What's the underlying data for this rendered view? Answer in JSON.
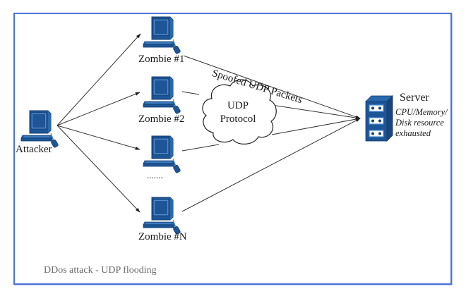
{
  "diagram": {
    "title": "DDos attack - UDP flooding",
    "colors": {
      "frame": "#4b74d8",
      "icon_fill": "#1d5596",
      "icon_dark": "#123d70",
      "icon_light": "#4f8cd0",
      "line": "#333333",
      "caption": "#6b6b6b"
    },
    "nodes": {
      "attacker": {
        "label": "Attacker",
        "icon": "computer-icon"
      },
      "zombies": [
        {
          "label": "Zombie #1",
          "icon": "computer-icon"
        },
        {
          "label": "Zombie #2",
          "icon": "computer-icon"
        },
        {
          "label": ".......",
          "icon": "computer-icon"
        },
        {
          "label": "Zombie #N",
          "icon": "computer-icon"
        }
      ],
      "cloud": {
        "line1": "UDP",
        "line2": "Protocol",
        "icon": "cloud-icon"
      },
      "server": {
        "label": "Server",
        "icon": "server-icon",
        "note_lines": [
          "CPU/Memory/",
          "Disk resource",
          "exhausted"
        ]
      }
    },
    "edge_labels": {
      "spoofed": "Spoofed UDP Packets"
    },
    "edges": [
      {
        "from": "Attacker",
        "to": "Zombie #1",
        "style": "arrow"
      },
      {
        "from": "Attacker",
        "to": "Zombie #2",
        "style": "arrow"
      },
      {
        "from": "Attacker",
        "to": ".......",
        "style": "arrow"
      },
      {
        "from": "Attacker",
        "to": "Zombie #N",
        "style": "arrow"
      },
      {
        "from": "Zombie #1",
        "to": "Server",
        "style": "arrow"
      },
      {
        "from": "Zombie #2",
        "to": "UDP Protocol",
        "style": "line"
      },
      {
        "from": ".......",
        "to": "UDP Protocol",
        "style": "line"
      },
      {
        "from": "UDP Protocol",
        "to": "Server",
        "style": "arrow"
      },
      {
        "from": "UDP Protocol",
        "to": "Server",
        "style": "arrow"
      },
      {
        "from": "Zombie #N",
        "to": "Server",
        "style": "arrow"
      }
    ]
  }
}
